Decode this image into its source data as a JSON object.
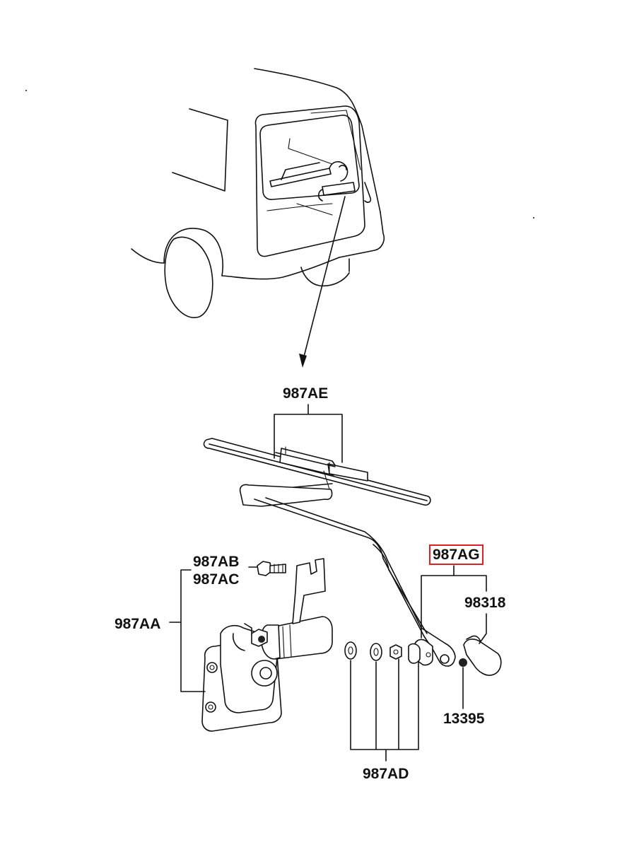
{
  "labels": {
    "wiper_blade": "987AE",
    "bolt_1": "987AB",
    "bolt_2": "987AC",
    "motor_assembly": "987AA",
    "wiper_arm": "987AG",
    "arm_cap": "98318",
    "nut": "13395",
    "washers_bushing": "987AD"
  },
  "highlight": {
    "part": "987AG",
    "color": "#e02020"
  }
}
